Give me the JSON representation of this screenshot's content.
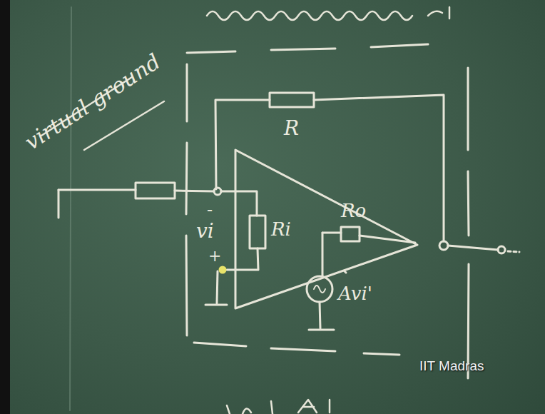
{
  "diagram": {
    "labels": [
      "virtual ground",
      "R",
      "Ro",
      "vi",
      "Ri",
      "+",
      "-",
      "Avi'",
      "IIT Madras"
    ]
  }
}
